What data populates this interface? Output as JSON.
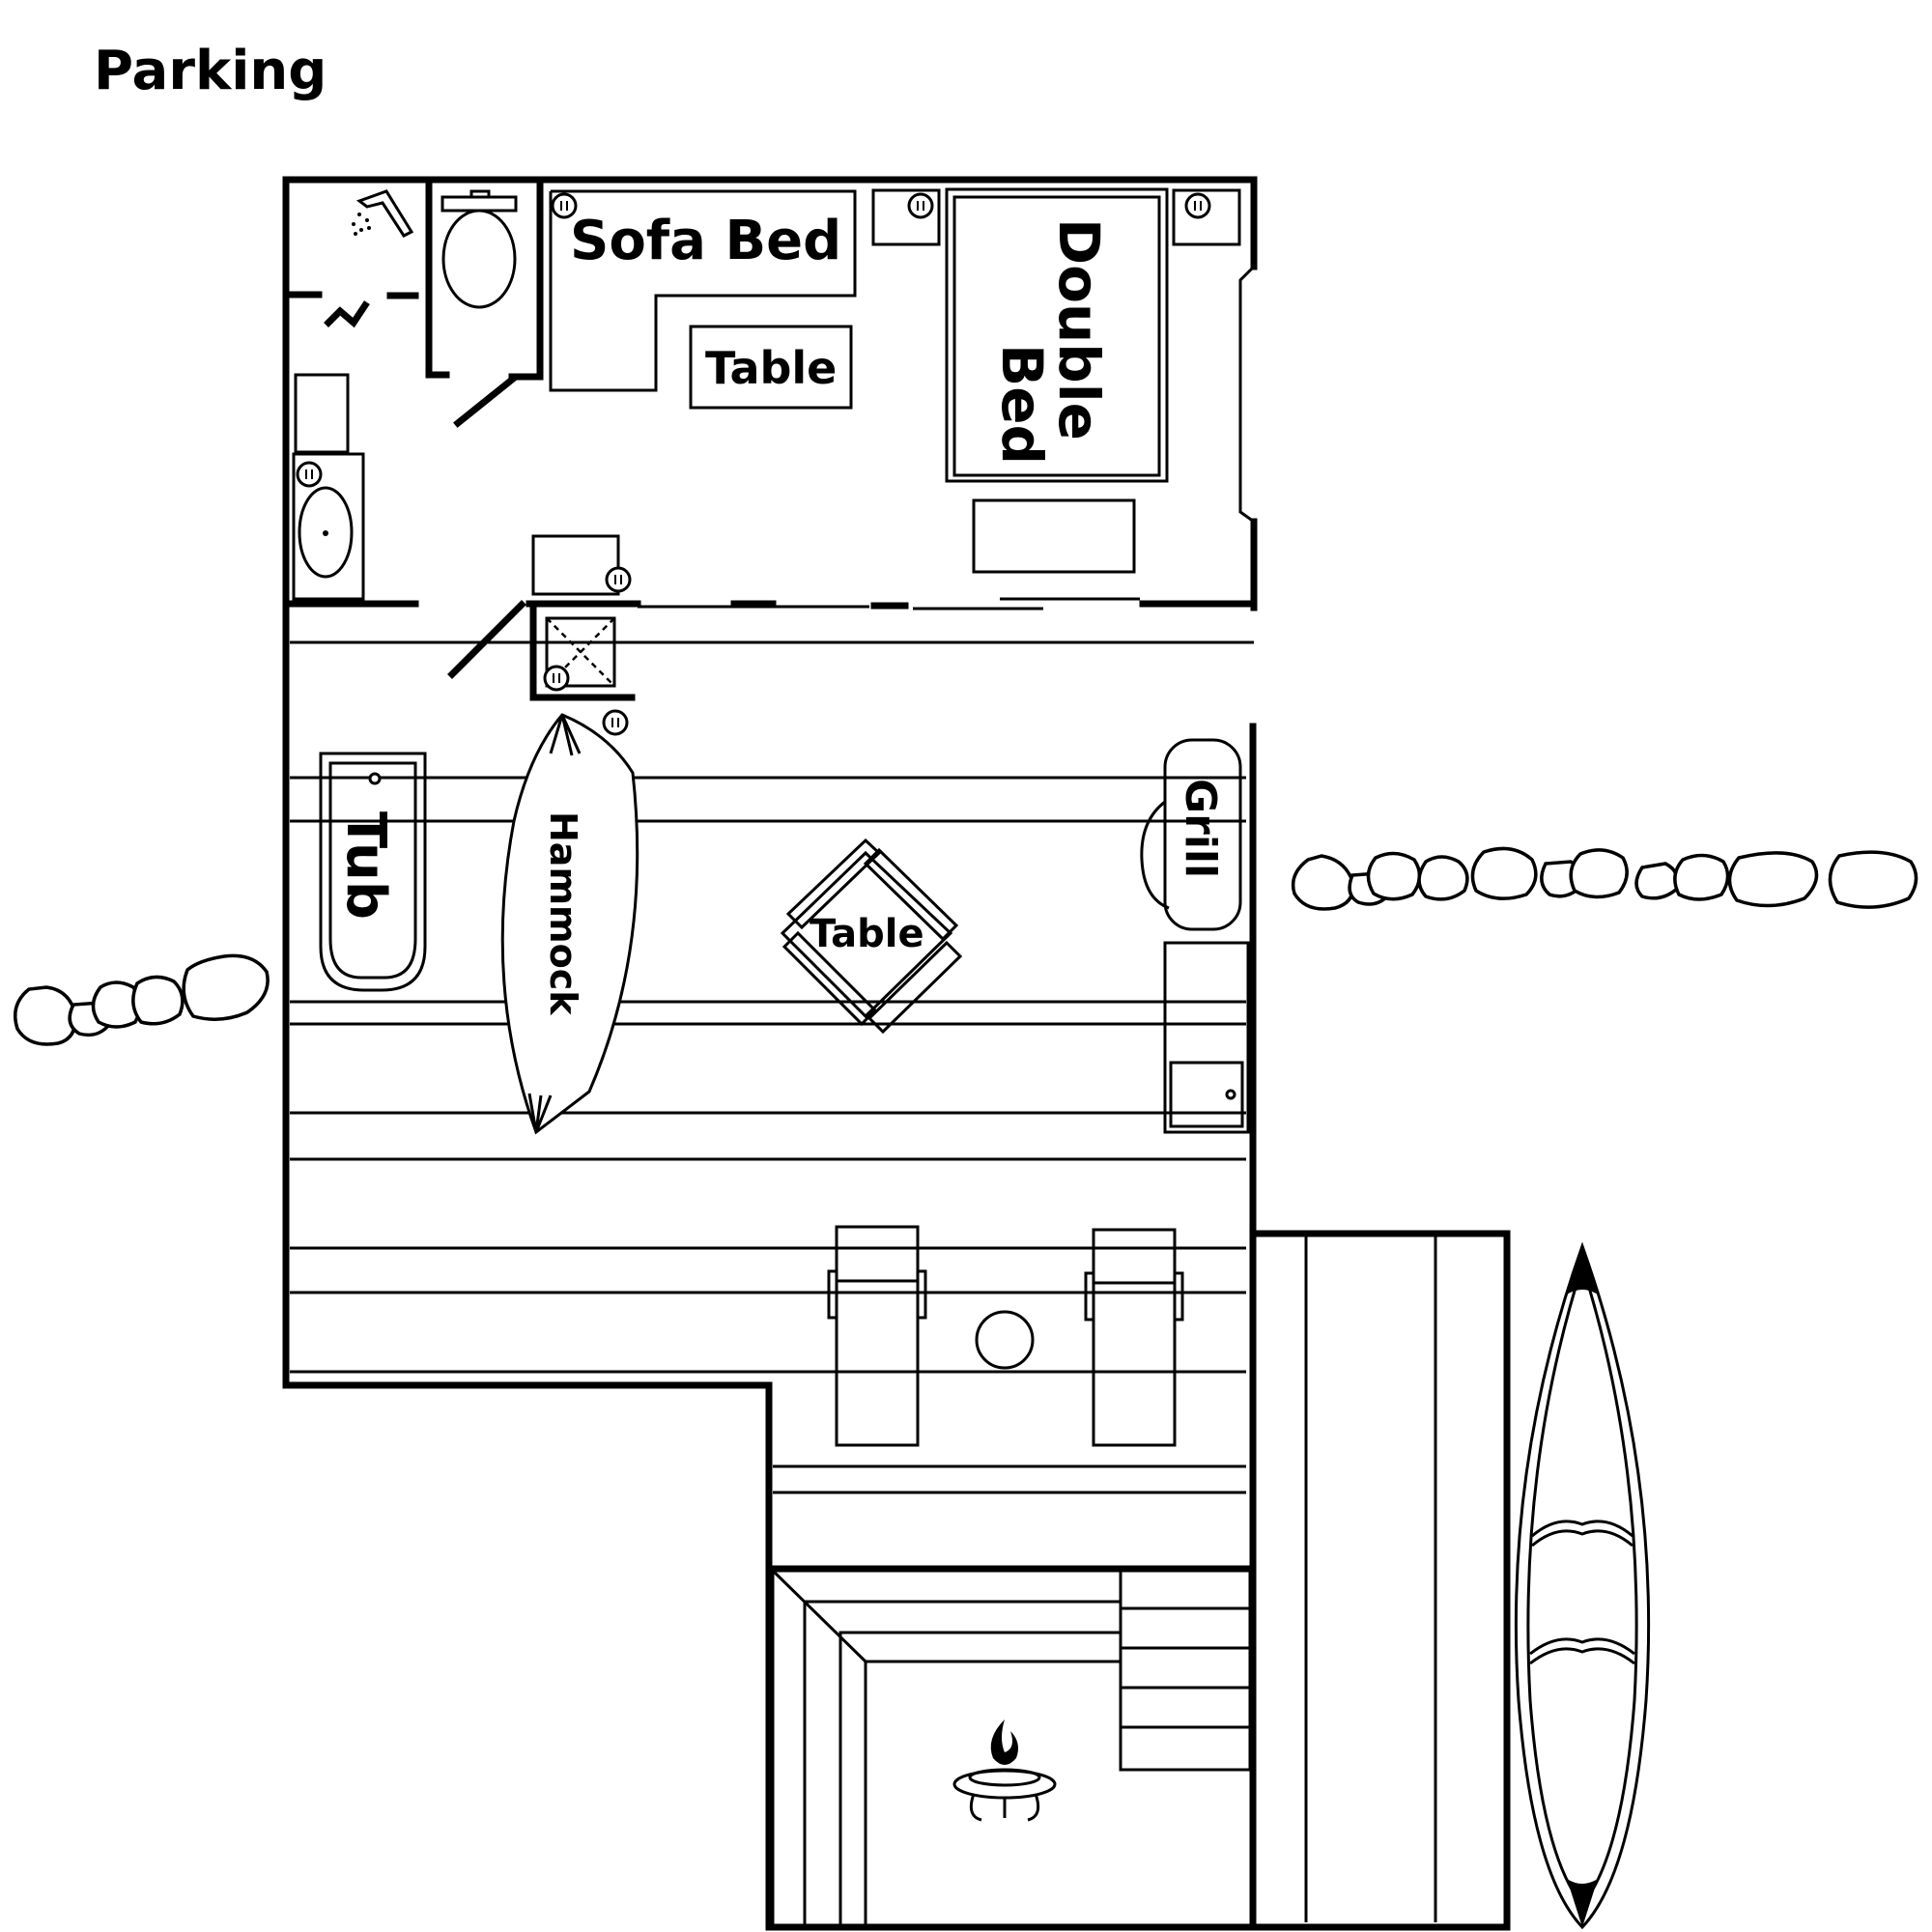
{
  "labels": {
    "parking": "Parking",
    "sofa_bed": "Sofa Bed",
    "table_indoor": "Table",
    "double_bed": "Double Bed",
    "tub": "Tub",
    "hammock": "Hammock",
    "table_deck": "Table",
    "grill": "Grill"
  },
  "icons": [
    "shower-icon",
    "toilet-icon",
    "sink-icon",
    "outlet-icon",
    "fire-pit-icon",
    "canoe-icon",
    "rocks-icon",
    "side-table-icon",
    "cabinet-icon",
    "adirondack-chair-icon"
  ],
  "colors": {
    "line": "#000000",
    "background": "#ffffff"
  }
}
